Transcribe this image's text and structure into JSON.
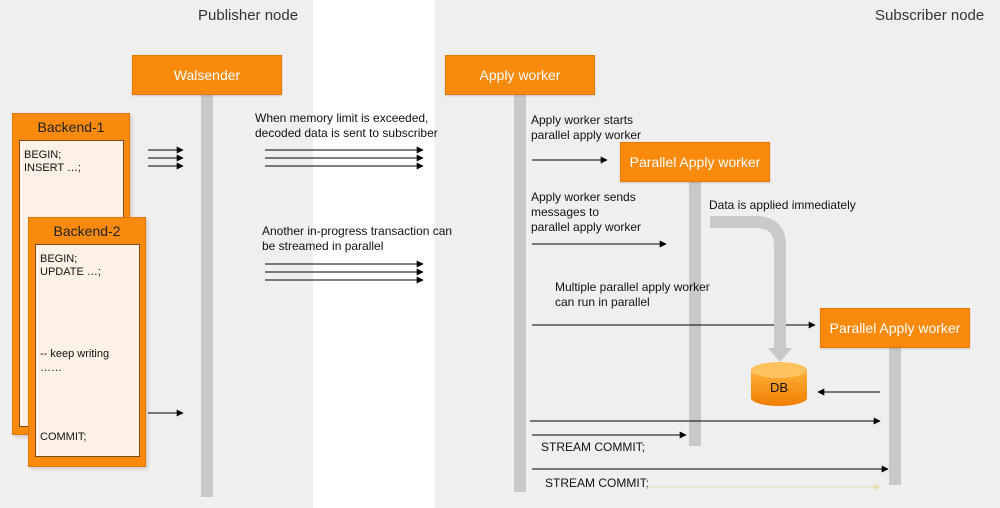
{
  "publisher": {
    "title": "Publisher node",
    "walsender": "Walsender",
    "backend1": {
      "title": "Backend-1",
      "line1": "BEGIN;",
      "line2": "INSERT …;"
    },
    "backend2": {
      "title": "Backend-2",
      "line1": "BEGIN;",
      "line2": "UPDATE …;",
      "line3": "-- keep writing",
      "line4": "……",
      "line5": "COMMIT;"
    }
  },
  "middle": {
    "note1_line1": "When memory limit is exceeded,",
    "note1_line2": "decoded data is sent to subscriber",
    "note2_line1": "Another in-progress transaction can",
    "note2_line2": "be streamed in parallel"
  },
  "subscriber": {
    "title": "Subscriber node",
    "apply_worker": "Apply worker",
    "parallel_worker_1": "Parallel Apply worker",
    "parallel_worker_2": "Parallel Apply worker",
    "db": "DB",
    "note_starts_line1": "Apply worker starts",
    "note_starts_line2": "parallel apply worker",
    "note_sends_line1": "Apply worker sends",
    "note_sends_line2": "messages to",
    "note_sends_line3": "parallel apply worker",
    "note_applied": "Data is applied immediately",
    "note_multiple_line1": "Multiple parallel apply worker",
    "note_multiple_line2": "can run in parallel",
    "stream_commit_1": "STREAM COMMIT;",
    "stream_commit_2": "STREAM COMMIT;"
  },
  "colors": {
    "accent": "#f98a0b",
    "panel": "#efefef",
    "lifeline": "#c9c9c9"
  }
}
